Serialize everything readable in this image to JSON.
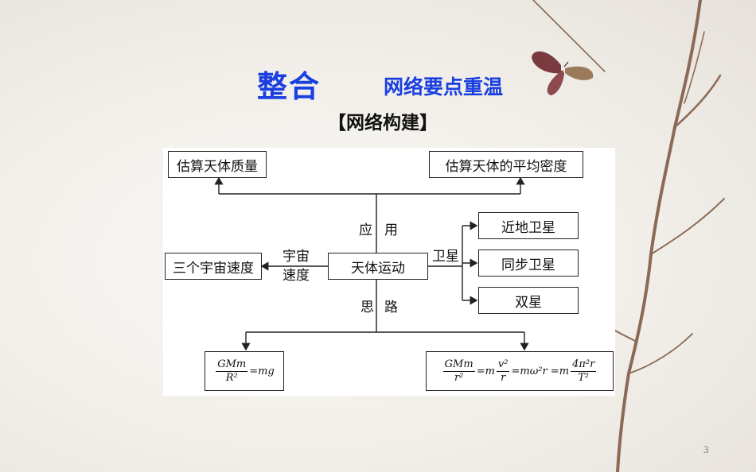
{
  "title": {
    "main": "整合",
    "sub": "网络要点重温"
  },
  "section_heading": "【网络构建】",
  "diagram": {
    "center": "天体运动",
    "applications": [
      "估算天体质量",
      "估算天体的平均密度"
    ],
    "satellites": [
      "近地卫星",
      "同步卫星",
      "双星"
    ],
    "cosmic_speed": "三个宇宙速度",
    "edge_labels": {
      "up_1": "应",
      "up_2": "用",
      "left_1": "宇宙",
      "left_2": "速度",
      "right": "卫星",
      "down_1": "思",
      "down_2": "路"
    },
    "formula_left": {
      "num": "GMm",
      "den": "R²",
      "rhs": "=mg"
    },
    "formula_right": {
      "f1_num": "GMm",
      "f1_den": "r²",
      "eq1": "=m",
      "f2_num": "v²",
      "f2_den": "r",
      "eq2": "=mω²r =m",
      "f3_num": "4π²r",
      "f3_den": "T²"
    }
  },
  "page_number": "3"
}
